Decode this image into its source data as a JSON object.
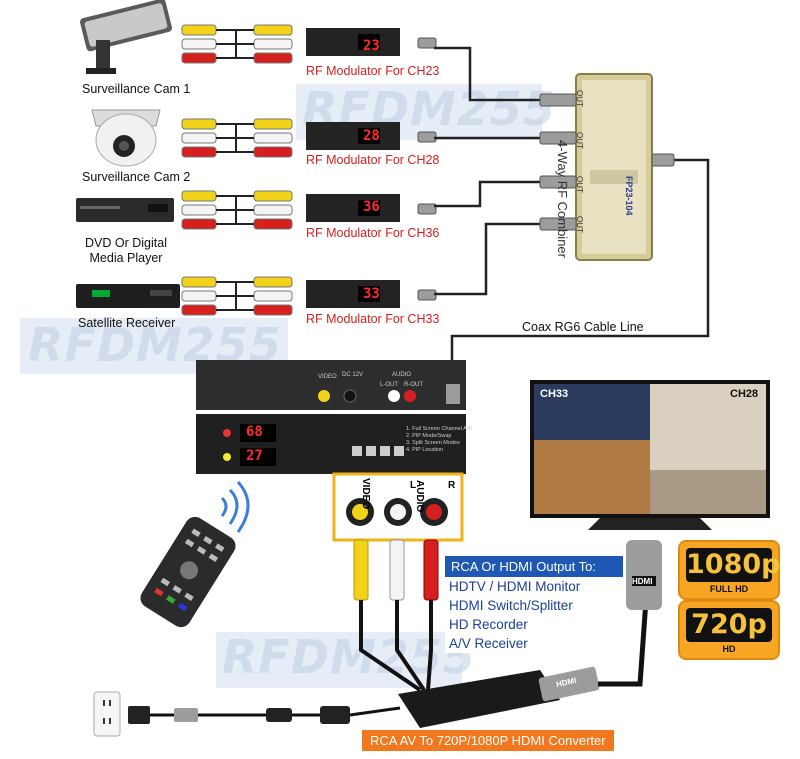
{
  "watermark": "RFDM255",
  "sources": [
    {
      "label": "Surveillance Cam 1",
      "modulator": "RF Modulator For CH23",
      "display": "23"
    },
    {
      "label": "Surveillance Cam 2",
      "modulator": "RF Modulator For CH28",
      "display": "28"
    },
    {
      "label": "DVD Or Digital Media Player",
      "modulator": "RF Modulator For CH36",
      "display": "36"
    },
    {
      "label": "Satellite Receiver",
      "modulator": "RF Modulator For CH33",
      "display": "33"
    }
  ],
  "combiner": {
    "label": "4-Way RF Combiner",
    "part": "FP23-104",
    "port": "OUT"
  },
  "coax_label": "Coax RG6 Cable Line",
  "device": {
    "displays": [
      "68",
      "27"
    ],
    "panel_labels": [
      "VIDEO",
      "DC 12V",
      "AUDIO",
      "L-OUT",
      "R-OUT"
    ],
    "menu_lines": [
      "1. Full Screen Channel A/B",
      "2. PIP Mode/Swap",
      "3. Split Screen Modes",
      "4. PIP Location"
    ]
  },
  "tv": {
    "left_channel": "CH33",
    "right_channel": "CH28"
  },
  "av_jacks": [
    "VIDEO",
    "L",
    "AUDIO",
    "R"
  ],
  "output_box": {
    "heading": "RCA Or HDMI Output To:",
    "items": [
      "HDTV / HDMI Monitor",
      "HDMI Switch/Splitter",
      "HD Recorder",
      "A/V Receiver"
    ]
  },
  "converter_label": "RCA AV To 720P/1080P HDMI Converter",
  "badges": [
    {
      "big": "1080p",
      "small": "FULL HD"
    },
    {
      "big": "720p",
      "small": "HD"
    }
  ],
  "hdmi_logo": "HDMI",
  "colors": {
    "rf_label": "#d62020",
    "output_head": "#1f57b5",
    "output_text": "#1b3f9e",
    "converter": "#f2781f",
    "badge": "#f6a623"
  }
}
